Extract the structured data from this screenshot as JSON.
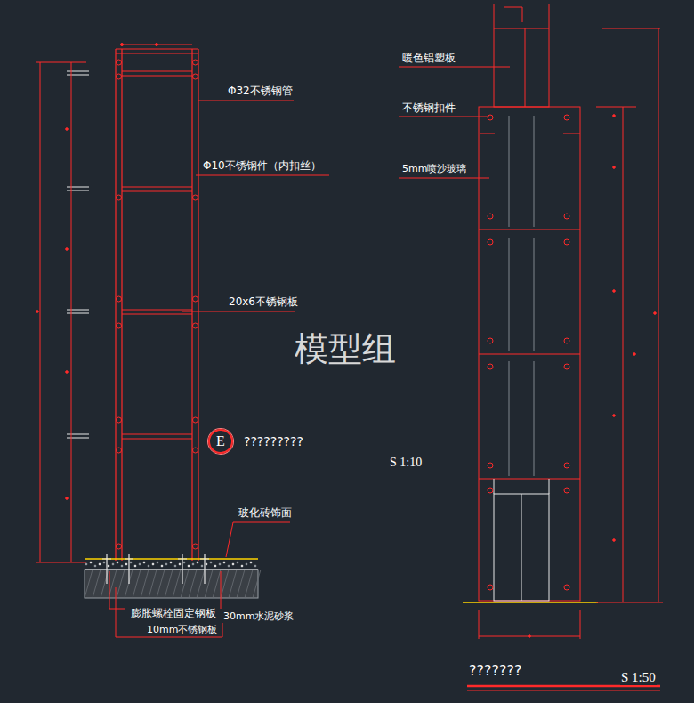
{
  "diagram": {
    "nodes": [
      {
        "text": [
          "E",
          "?????????"
        ]
      }
    ],
    "labels": [
      "Φ32不锈钢管",
      "Φ10不锈钢件（内扣丝）",
      "20x6不锈钢板",
      "模型组",
      "玻化砖饰面",
      "膨胀螺栓固定钢板",
      "30mm水泥砂浆",
      "10mm不锈钢板",
      "暖色铝塑板",
      "不锈钢扣件",
      "5mm喷沙玻璃",
      "S 1:10",
      "???????",
      "S 1:50"
    ]
  }
}
